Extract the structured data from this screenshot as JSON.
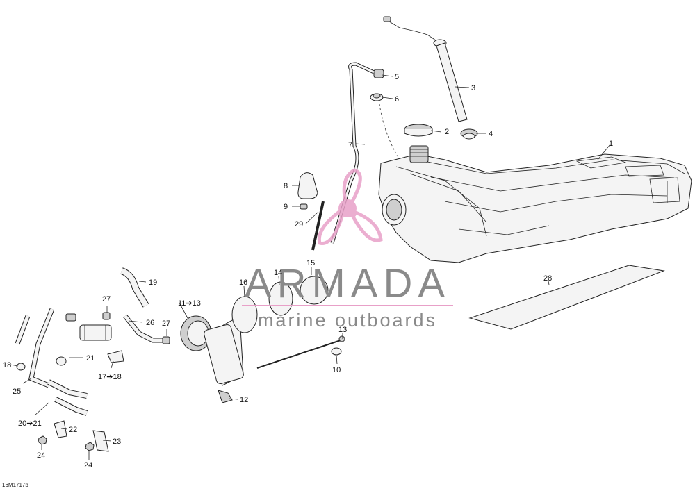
{
  "drawing_ref": "16M1717b",
  "watermark": {
    "brand": "ARMADA",
    "tagline": "marine outboards",
    "accent": "#e8a0c8",
    "text_color": "#8a8a8a"
  },
  "callouts": {
    "c1": "1",
    "c2": "2",
    "c3": "3",
    "c4": "4",
    "c5": "5",
    "c6": "6",
    "c7": "7",
    "c8": "8",
    "c9": "9",
    "c10": "10",
    "c11": "11➔13",
    "c12": "12",
    "c13": "13",
    "c14": "14",
    "c15": "15",
    "c16": "16",
    "c17": "17➔18",
    "c18": "18",
    "c19": "19",
    "c20": "20➔21",
    "c21": "21",
    "c22": "22",
    "c23": "23",
    "c24a": "24",
    "c24b": "24",
    "c25": "25",
    "c26": "26",
    "c27a": "27",
    "c27b": "27",
    "c28": "28",
    "c29": "29"
  }
}
